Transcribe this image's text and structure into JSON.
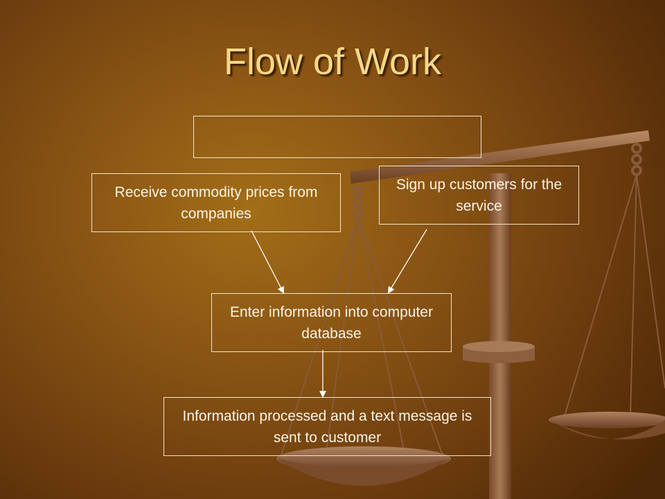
{
  "slide": {
    "title": "Flow of Work"
  },
  "diagram": {
    "top_box": "",
    "left_box": "Receive commodity prices from companies",
    "right_box": "Sign up customers for the service",
    "middle_box": "Enter information into computer database",
    "bottom_box": "Information processed and a text message is sent to customer"
  },
  "colors": {
    "box_border": "#f5e6c8",
    "text": "#fbf4e6",
    "title": "#f4d889"
  }
}
